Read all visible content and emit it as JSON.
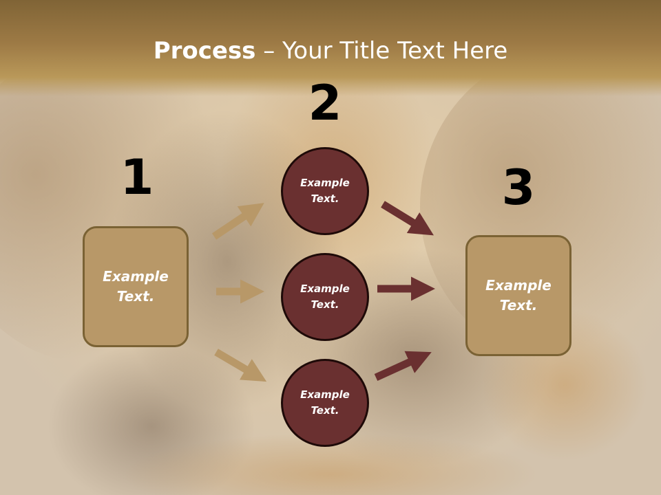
{
  "title": {
    "bold": "Process",
    "rest": " – Your Title Text Here"
  },
  "steps": {
    "one": {
      "number": "1",
      "line1": "Example",
      "line2": "Text."
    },
    "two": {
      "number": "2"
    },
    "three": {
      "number": "3",
      "line1": "Example",
      "line2": "Text."
    }
  },
  "circles": [
    {
      "line1": "Example",
      "line2": "Text."
    },
    {
      "line1": "Example",
      "line2": "Text."
    },
    {
      "line1": "Example",
      "line2": "Text."
    }
  ],
  "colors": {
    "box_fill": "#b89868",
    "circle_fill": "#6a3030",
    "left_arrow": "#b89868",
    "right_arrow": "#6a3030"
  }
}
